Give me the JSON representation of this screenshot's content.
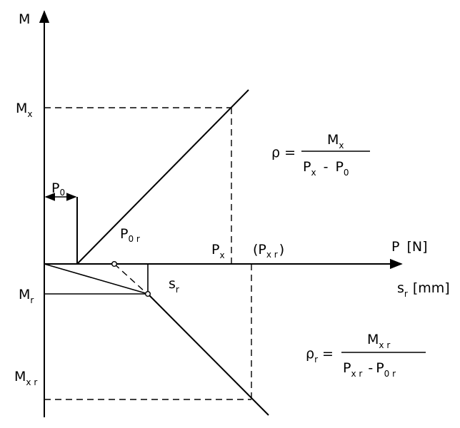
{
  "axes": {
    "vertical": {
      "main": "M"
    },
    "horizontal_force": {
      "main": "P",
      "unit": "[N]"
    },
    "horizontal_disp": {
      "main": "s",
      "sub": "r",
      "unit": "[mm]"
    }
  },
  "labels": {
    "mx": {
      "main": "M",
      "sub": "x"
    },
    "mr": {
      "main": "M",
      "sub": "r"
    },
    "mxr": {
      "main": "M",
      "sub": "x r"
    },
    "p0": {
      "main": "P",
      "sub": "0"
    },
    "p0r": {
      "main": "P",
      "sub": "0 r"
    },
    "px": {
      "main": "P",
      "sub": "x"
    },
    "pxr": {
      "open": "(",
      "main": "P",
      "sub": "x r",
      "close": ")"
    },
    "sr": {
      "main": "s",
      "sub": "r"
    }
  },
  "formulas": {
    "rho": {
      "lhs": "ρ =",
      "num": {
        "main": "M",
        "sub": "x"
      },
      "den_a": {
        "main": "P",
        "sub": "x"
      },
      "minus": "-",
      "den_b": {
        "main": "P",
        "sub": "0"
      }
    },
    "rho_r": {
      "lhs_main": "ρ",
      "lhs_sub": "r",
      "eq": "=",
      "num": {
        "main": "M",
        "sub": "x r"
      },
      "den_a": {
        "main": "P",
        "sub": "x r"
      },
      "minus": "-",
      "den_b": {
        "main": "P",
        "sub": "0 r"
      }
    }
  }
}
